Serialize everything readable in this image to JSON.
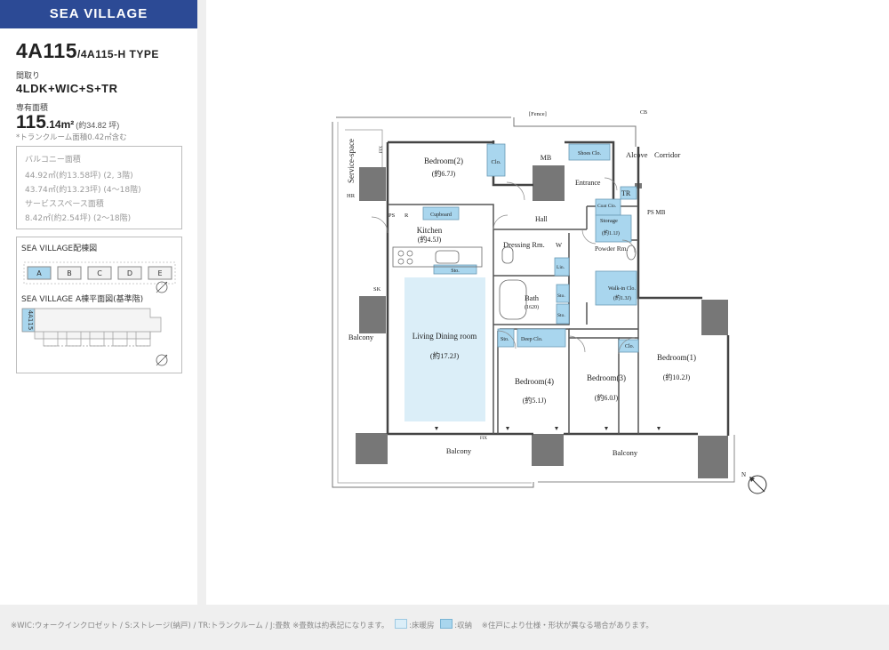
{
  "brand": "SEA VILLAGE",
  "unit": {
    "type_main": "4A115",
    "type_sub": "/4A115-H TYPE"
  },
  "layout_label": "間取り",
  "layout_value": "4LDK+WIC+S+TR",
  "area_label": "専有面積",
  "area": {
    "int": "115",
    "dec": ".14m²",
    "tsubo": "(約34.82 坪)"
  },
  "trunk_note": "*トランクルーム面積0.42㎡含む",
  "balcony": {
    "label": "バルコニー面積",
    "line1": "44.92㎡(約13.58坪) (2, 3階)",
    "line2": "43.74㎡(約13.23坪) (4〜18階)"
  },
  "service": {
    "label": "サービススペース面積",
    "line1": "8.42㎡(約2.54坪) (2〜18階)"
  },
  "map": {
    "title1": "SEA VILLAGE配棟図",
    "title2": "SEA VILLAGE A棟平面図(基準階)",
    "blocks": [
      "A",
      "B",
      "C",
      "D",
      "E"
    ],
    "unit_tag": "4A115"
  },
  "plan": {
    "fence": "[Fence]",
    "cb": "CB",
    "service_space": "Service-space",
    "fix": "FIX",
    "hr": "HR",
    "ps": "PS",
    "sk": "SK",
    "p": "P",
    "w": "W",
    "r": "R",
    "bedroom2": "Bedroom(2)",
    "bedroom2_size": "(約6.7J)",
    "clo": "Clo.",
    "mb": "MB",
    "shoes": "Shoes\nClo.",
    "alcove": "Alcove",
    "corridor": "Corridor",
    "entrance": "Entrance",
    "tr": "TR",
    "ps_mb": "PS MB",
    "coat": "Coat\nClo.",
    "storage": "Storage",
    "storage_size": "(約1.1J)",
    "hall": "Hall",
    "kitchen": "Kitchen",
    "kitchen_size": "(約4.5J)",
    "cupboard": "Cupboard",
    "sto": "Sto.",
    "dressing": "Dressing Rm.",
    "lin": "Lin.",
    "powder": "Powder\nRm.",
    "wic": "Walk-in Clo.",
    "wic_size": "(約1.3J)",
    "bath": "Bath",
    "bath_size": "(1620)",
    "deep_clo": "Deep Clo.",
    "living": "Living Dining room",
    "living_size": "(約17.2J)",
    "bedroom4": "Bedroom(4)",
    "bedroom4_size": "(約5.1J)",
    "bedroom3": "Bedroom(3)",
    "bedroom3_size": "(約6.0J)",
    "bedroom1": "Bedroom(1)",
    "bedroom1_size": "(約10.2J)",
    "balcony_label": "Balcony",
    "north": "N"
  },
  "footer": {
    "legend": "※WIC:ウォークインクロゼット / S:ストレージ(納戸) / TR:トランクルーム / J:畳数 ※畳数は約表記になります。",
    "heated": ":床暖房",
    "storage": ":収納",
    "note": "※住戸により仕様・形状が異なる場合があります。"
  },
  "colors": {
    "brand": "#2c4a95",
    "heated_floor": "#dbeef8",
    "storage": "#a9d6ee"
  }
}
